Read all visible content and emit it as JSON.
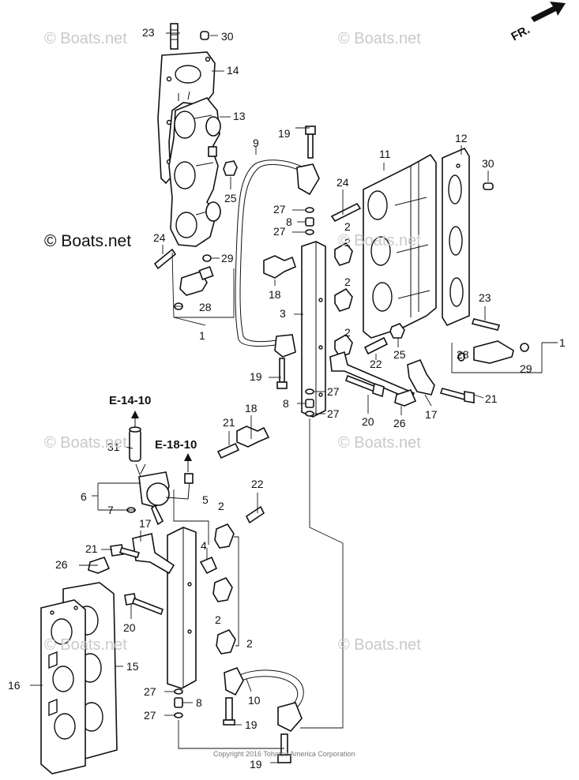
{
  "watermarks": {
    "top_left": "© Boats.net",
    "top_right": "© Boats.net",
    "mid_left_dark": "© Boats.net",
    "mid_right": "© Boats.net",
    "center_left": "© Boats.net",
    "center_right": "© Boats.net",
    "bottom_left": "© Boats.net",
    "bottom_right": "© Boats.net"
  },
  "direction_label": "FR.",
  "references": [
    "E-14-10",
    "E-18-10"
  ],
  "callouts": {
    "p23a": "23",
    "p30a": "30",
    "p14": "14",
    "p13": "13",
    "p25a": "25",
    "p24a": "24",
    "p29a": "29",
    "p28a": "28",
    "p1a": "1",
    "p19a": "19",
    "p9": "9",
    "p27a": "27",
    "p8a": "8",
    "p27b": "27",
    "p18a": "18",
    "p3": "3",
    "p19b": "19",
    "p27c": "27",
    "p8b": "8",
    "p27d": "27",
    "p11": "11",
    "p12": "12",
    "p30b": "30",
    "p24b": "24",
    "p2a": "2",
    "p2b": "2",
    "p2c": "2",
    "p2d": "2",
    "p23b": "23",
    "p25b": "25",
    "p22a": "22",
    "p1b": "1",
    "p28b": "28",
    "p29b": "29",
    "p21a": "21",
    "p17a": "17",
    "p26a": "26",
    "p20a": "20",
    "p31": "31",
    "p6": "6",
    "p7": "7",
    "p21b": "21",
    "p18b": "18",
    "p22b": "22",
    "p5": "5",
    "p2e": "2",
    "p4": "4",
    "p2f": "2",
    "p2g": "2",
    "p17b": "17",
    "p21c": "21",
    "p26b": "26",
    "p20b": "20",
    "p15": "15",
    "p16": "16",
    "p10": "10",
    "p27e": "27",
    "p8c": "8",
    "p27f": "27",
    "p19c": "19",
    "p19d": "19"
  },
  "copyright": "Copyright 2016 Tohatsu America Corporation"
}
